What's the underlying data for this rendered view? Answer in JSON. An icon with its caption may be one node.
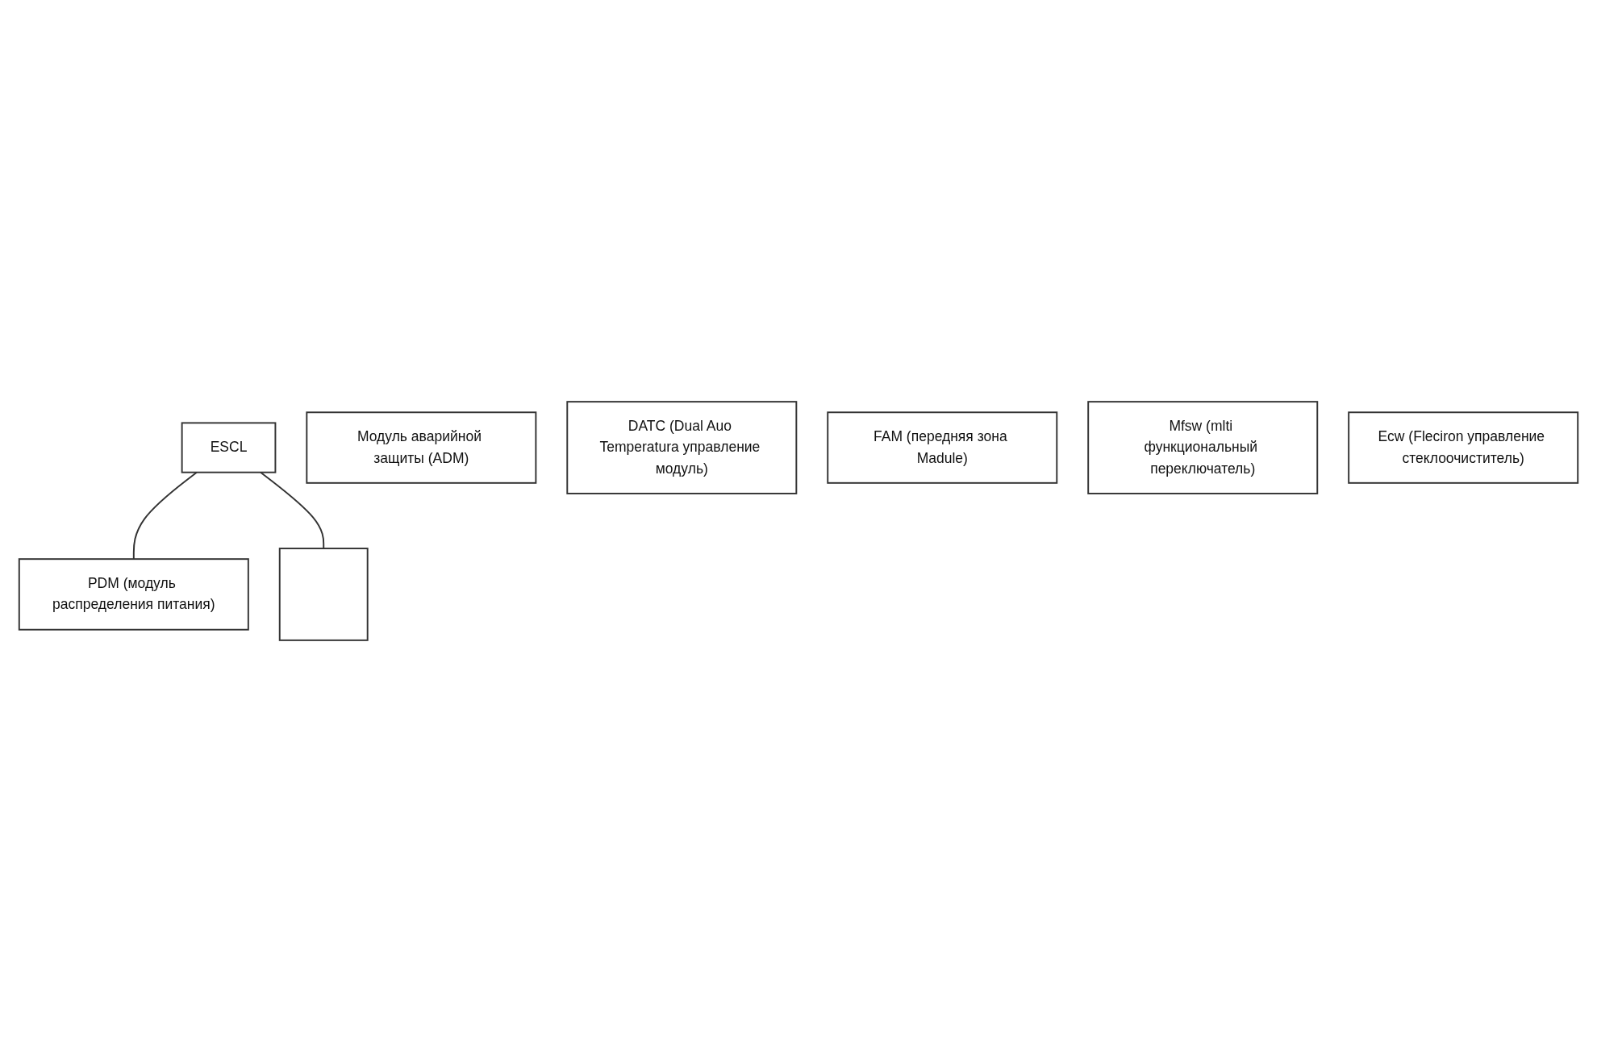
{
  "diagram": {
    "nodes": [
      {
        "text": [
          "ESCL"
        ]
      },
      {
        "text": [
          "Модуль аварийной защиты (ADM)"
        ]
      },
      {
        "text": [
          "DATC (Dual Auo Temperatura управление модуль)"
        ]
      },
      {
        "text": [
          "FAM (передняя зона Madule)"
        ]
      },
      {
        "text": [
          "PDM (модуль распределения питания)"
        ]
      },
      {
        "text": [
          "Mfsw (mlti функциональный переключатель)"
        ]
      },
      {
        "text": [
          "Ecw (Fleciron управление стеклоочиститель)"
        ]
      },
      {
        "text": [],
        "shape": "box"
      }
    ],
    "edges": [
      {
        "from": 0,
        "to": 4,
        "arrow": "none"
      },
      {
        "from": 0,
        "to": 7,
        "arrow": "none"
      }
    ]
  }
}
